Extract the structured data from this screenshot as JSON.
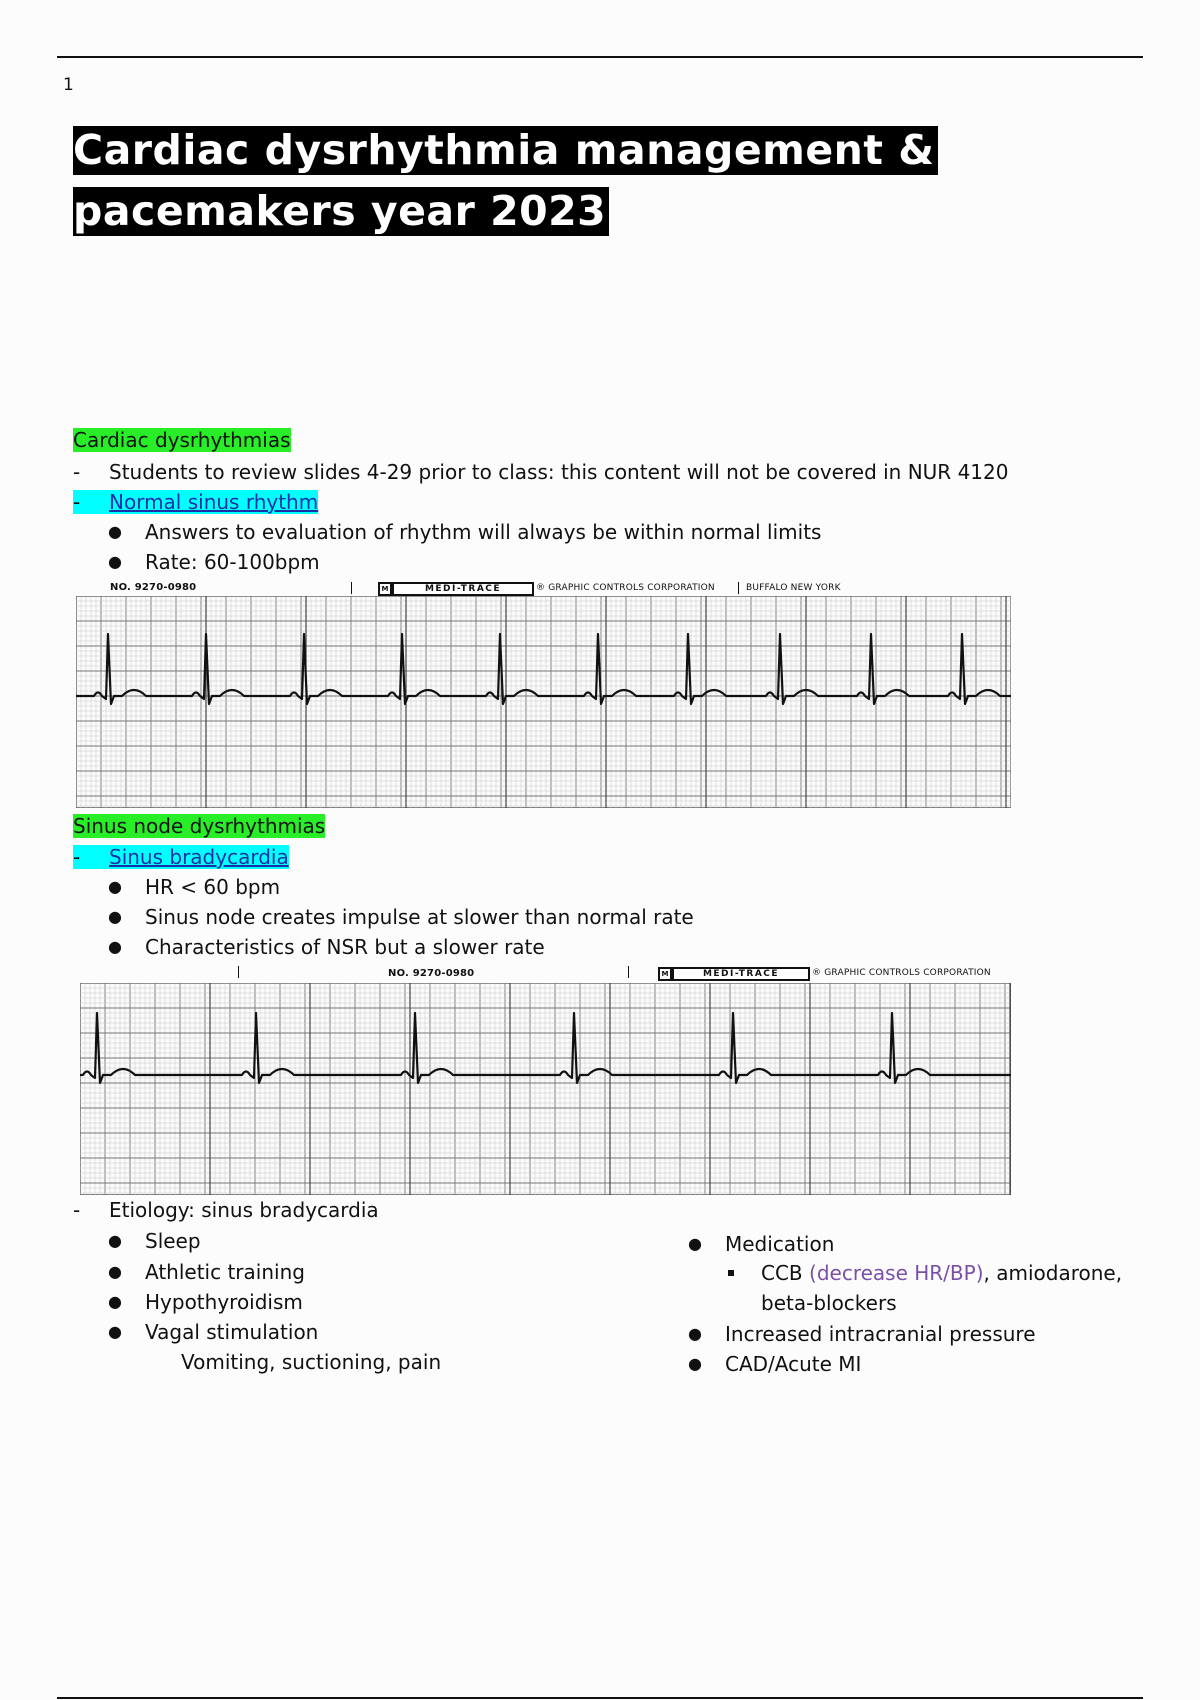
{
  "page_number": "1",
  "title": "Cardiac dysrhythmia management & pacemakers year 2023",
  "section1": {
    "heading": "Cardiac dysrhythmias",
    "review_note": "Students to review slides 4-29 prior to class: this content will not be covered in NUR 4120",
    "nsr_link": "Normal sinus rhythm",
    "nsr_points": [
      "Answers to evaluation of rhythm will always be within normal limits",
      "Rate: 60-100bpm"
    ]
  },
  "strip1": {
    "form_number": "NO. 9270-0980",
    "brand": "MEDI-TRACE",
    "company": "® GRAPHIC CONTROLS CORPORATION",
    "city": "BUFFALO  NEW YORK"
  },
  "section2": {
    "heading": "Sinus node dysrhythmias",
    "brady_link": "Sinus bradycardia",
    "brady_points": [
      "HR < 60 bpm",
      "Sinus node creates impulse at slower than normal rate",
      "Characteristics of NSR but a slower rate"
    ]
  },
  "strip2": {
    "form_number": "NO. 9270-0980",
    "brand": "MEDI-TRACE",
    "company": "® GRAPHIC CONTROLS CORPORATION"
  },
  "etiology": {
    "heading": "Etiology: sinus bradycardia",
    "left": [
      "Sleep",
      "Athletic training",
      "Hypothyroidism",
      "Vagal stimulation"
    ],
    "vagal_detail": "Vomiting, suctioning, pain",
    "medication": "Medication",
    "ccb": "CCB",
    "ccb_note": "(decrease HR/BP)",
    "ccb_rest": ", amiodarone,",
    "ccb_line2": "beta-blockers",
    "right_more": [
      "Increased intracranial pressure",
      "CAD/Acute MI"
    ]
  },
  "colors": {
    "heading_highlight": "#28ee28",
    "link_highlight": "#00ffff",
    "annotation": "#7b4fa6"
  }
}
